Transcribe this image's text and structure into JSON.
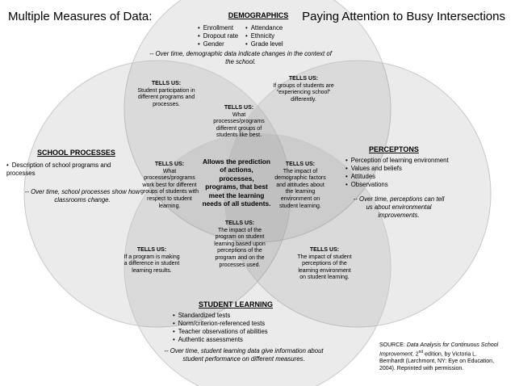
{
  "title_left": "Multiple Measures of Data:",
  "title_right": "Paying Attention to Busy Intersections",
  "demographics": {
    "header": "DEMOGRAPHICS",
    "col1": [
      "Enrollment",
      "Dropout rate",
      "Gender"
    ],
    "col2": [
      "Attendance",
      "Ethnicity",
      "Grade level"
    ],
    "note": "-- Over time, demographic data indicate changes in the context of the school."
  },
  "school_processes": {
    "header": "SCHOOL PROCESSES",
    "items": [
      "Description of school programs and processes"
    ],
    "note": "-- Over time, school processes show how classrooms change."
  },
  "perceptions": {
    "header": "PERCEPTONS",
    "items": [
      "Perception of learning environment",
      "Values and beliefs",
      "Attitudes",
      "Observations"
    ],
    "note": "-- Over time, perceptions can tell us about environmental improvements."
  },
  "student_learning": {
    "header": "STUDENT LEARNING",
    "items": [
      "Standardized tests",
      "Norm/criterion-referenced tests",
      "Teacher observations of abilities",
      "Authentic assessments"
    ],
    "note": "-- Over time, student learning data give information about student performance on different measures."
  },
  "intersections": {
    "label": "TELLS US:",
    "demo_process": "Student participation in different programs and processes.",
    "demo_perception": "If groups of students are \"experiencing school\" differently.",
    "demo_process_perception": "What processes/programs different groups of students like best.",
    "process_demo_learning": "What processes/programs work best for different groups of students with respect to student learning.",
    "perception_demo": "The impact of demographic factors and attitudes about the learning environment on student learning.",
    "process_learning": "If a program is making a difference in student learning results.",
    "process_perception_learning": "The impact of the program on student learning based upon perceptions of the program and on the processes used.",
    "perception_learning": "The impact of student perceptions of the learning environment on student learning."
  },
  "center": "Allows the prediction of actions, processes, programs, that best meet the learning needs of all students.",
  "source": {
    "prefix": "SOURCE: ",
    "title": "Data Analysis for Continuous School Improvement",
    "edition": ", 2",
    "sup": "nd",
    "rest": " edition, by Victoria L. Bernhardt (Larchmont, NY: Eye on Education, 2004).  Reprinted with permission."
  },
  "colors": {
    "circle_fill": "#808080",
    "circle_opacity": 0.16,
    "circle_stroke": "#c8c8c8"
  }
}
